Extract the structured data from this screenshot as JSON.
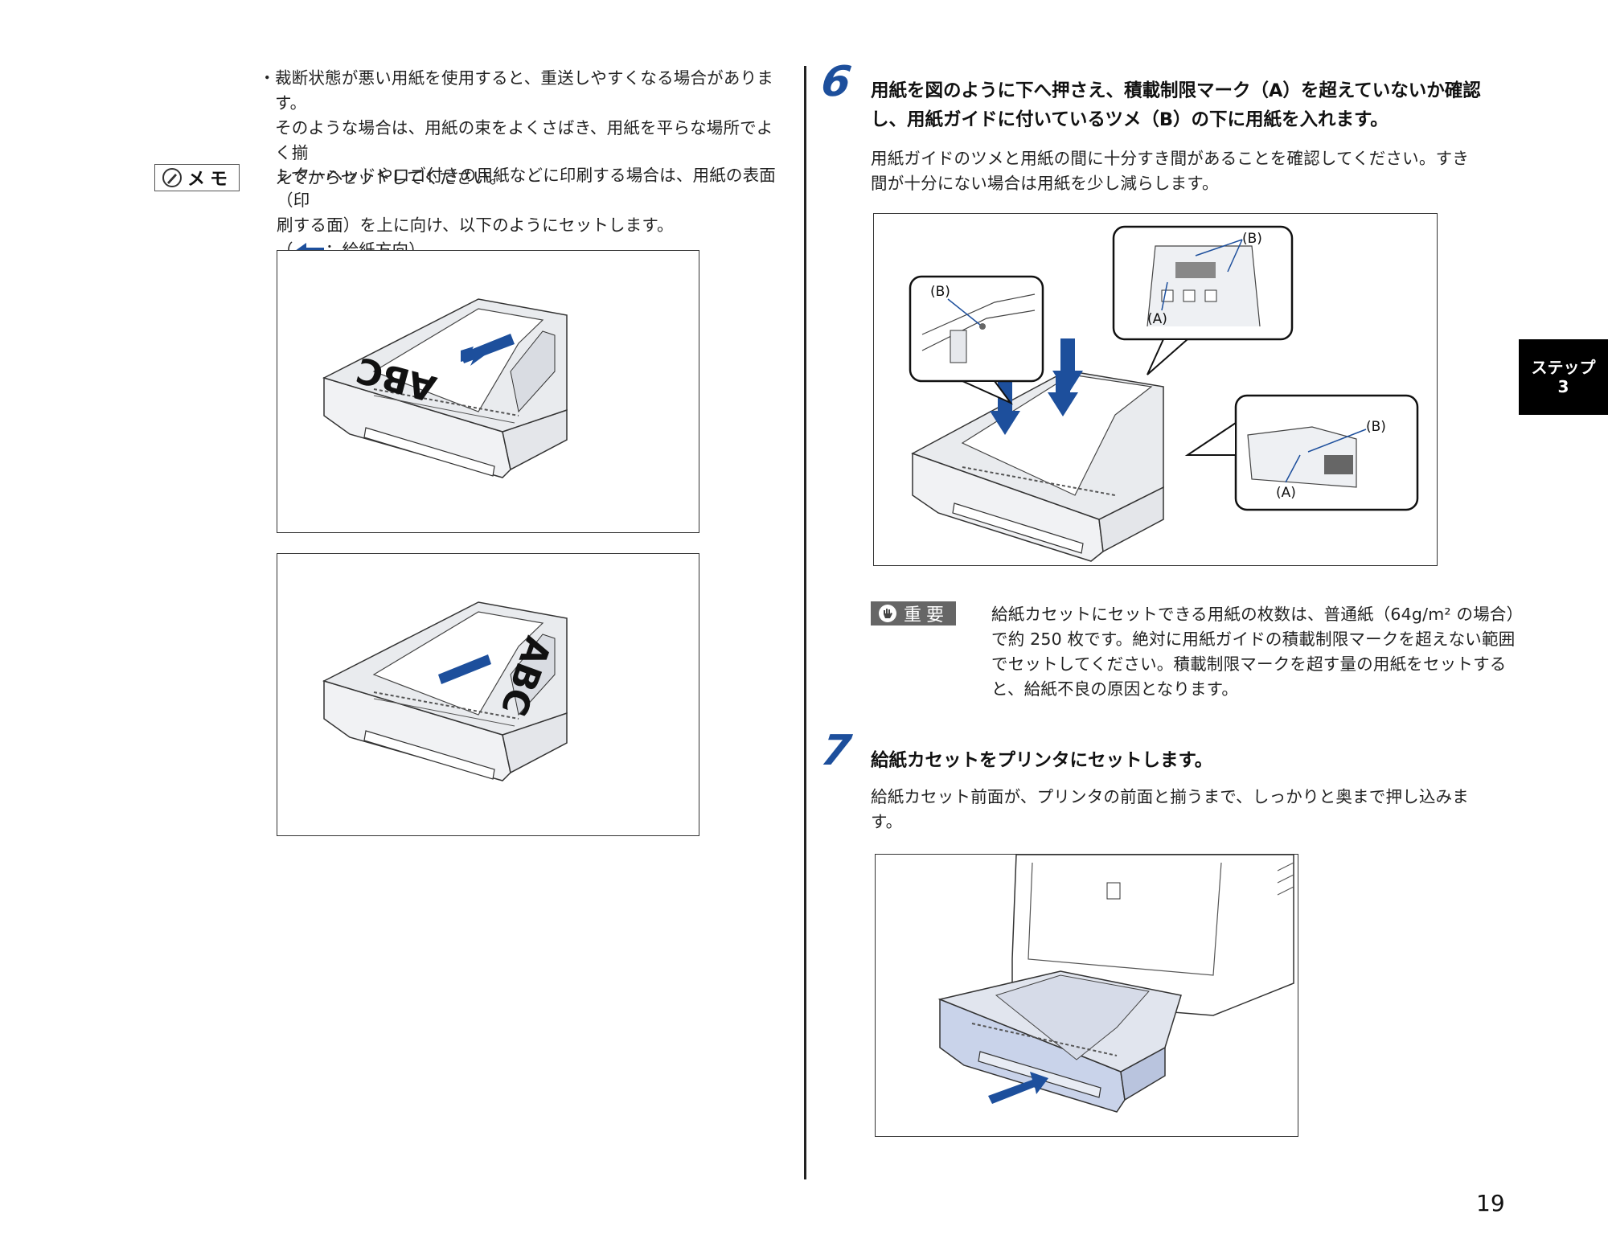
{
  "left": {
    "bullet": "・",
    "bullet_lines": [
      "裁断状態が悪い用紙を使用すると、重送しやすくなる場合があります。",
      "そのような場合は、用紙の束をよくさばき、用紙を平らな場所でよく揃",
      "えてからセットしてください。"
    ],
    "memo_label": "メモ",
    "memo_lines": [
      "レターヘッドやロゴ付きの用紙などに印刷する場合は、用紙の表面（印",
      "刷する面）を上に向け、以下のようにセットします。"
    ],
    "memo_paren_open": "（",
    "memo_arrow_caption": "：給紙方向）",
    "figure1_text": "ABC",
    "figure2_text": "ABC"
  },
  "step6": {
    "number": "6",
    "heading_lines": [
      "用紙を図のように下へ押さえ、積載制限マーク（A）を超えていないか確認",
      "し、用紙ガイドに付いているツメ（B）の下に用紙を入れます。"
    ],
    "body_lines": [
      "用紙ガイドのツメと用紙の間に十分すき間があることを確認してください。すき",
      "間が十分にない場合は用紙を少し減らします。"
    ],
    "callout_b_left": "(B)",
    "callout_b_top": "(B)",
    "callout_a_top": "(A)",
    "callout_b_right": "(B)",
    "callout_a_right": "(A)",
    "important_label": "重要",
    "important_lines": [
      "給紙カセットにセットできる用紙の枚数は、普通紙（64g/m² の場合）",
      "で約 250 枚です。絶対に用紙ガイドの積載制限マークを超えない範囲",
      "でセットしてください。積載制限マークを超す量の用紙をセットする",
      "と、給紙不良の原因となります。"
    ]
  },
  "step7": {
    "number": "7",
    "heading": "給紙カセットをプリンタにセットします。",
    "body_lines": [
      "給紙カセット前面が、プリンタの前面と揃うまで、しっかりと奥まで押し込みま",
      "す。"
    ]
  },
  "side_tab": {
    "line1": "ステップ",
    "line2": "3"
  },
  "page_number": "19",
  "colors": {
    "accent_blue": "#1d4f9c",
    "tray_blue": "#c9d3ea"
  }
}
